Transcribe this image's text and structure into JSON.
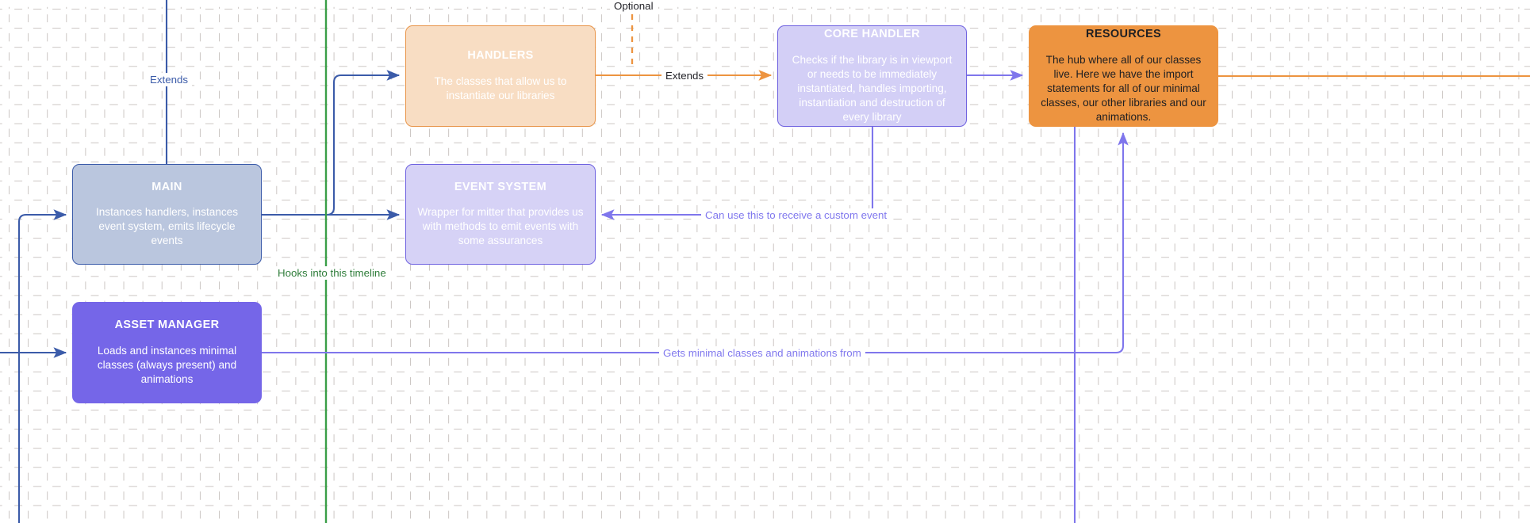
{
  "diagram": {
    "type": "flowchart",
    "background": "dotted-grid",
    "colors": {
      "blue_edge": "#3b5ba9",
      "green_edge": "#3a9e47",
      "orange_edge": "#ed9440",
      "purple_edge": "#7f76ec",
      "main_fill": "#bac6de",
      "handlers_fill": "#f8ddc3",
      "event_system_fill": "#d6d2f6",
      "core_handler_fill": "#d3cff6",
      "resources_fill": "#ed9440",
      "asset_manager_fill": "#7566e8"
    },
    "nodes": [
      {
        "id": "main",
        "title": "MAIN",
        "desc": "Instances handlers, instances event system, emits lifecycle events"
      },
      {
        "id": "handlers",
        "title": "HANDLERS",
        "desc": "The classes that allow us to instantiate our libraries"
      },
      {
        "id": "event_system",
        "title": "EVENT SYSTEM",
        "desc": "Wrapper for mitter that provides us with methods to emit events with some assurances"
      },
      {
        "id": "core_handler",
        "title": "CORE HANDLER",
        "desc": "Checks if the library is in viewport or needs to be immediately instantiated, handles importing, instantiation and destruction of every library"
      },
      {
        "id": "resources",
        "title": "RESOURCES",
        "desc": "The hub where all of our classes live. Here we have the import statements for all of our minimal classes, our other libraries and our animations."
      },
      {
        "id": "asset_manager",
        "title": "ASSET MANAGER",
        "desc": "Loads and instances minimal classes (always present) and animations"
      }
    ],
    "edge_labels": [
      {
        "id": "extends_main",
        "text": "Extends",
        "color": "blue"
      },
      {
        "id": "optional",
        "text": "Optional",
        "color": "dark"
      },
      {
        "id": "extends_core",
        "text": "Extends",
        "color": "dark"
      },
      {
        "id": "hooks_timeline",
        "text": "Hooks into this timeline",
        "color": "green"
      },
      {
        "id": "custom_event",
        "text": "Can use this to receive a custom event",
        "color": "purple"
      },
      {
        "id": "gets_minimal",
        "text": "Gets minimal classes and animations from",
        "color": "purple"
      }
    ]
  }
}
